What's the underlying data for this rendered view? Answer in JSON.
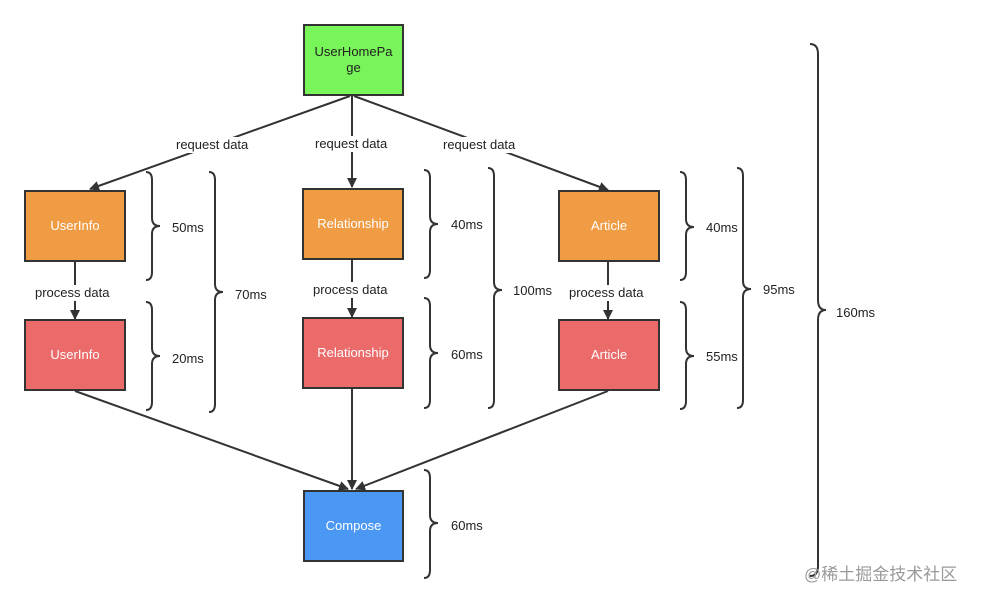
{
  "nodes": {
    "root": "UserHomePage",
    "userinfo_request": "UserInfo",
    "userinfo_process": "UserInfo",
    "relationship_request": "Relationship",
    "relationship_process": "Relationship",
    "article_request": "Article",
    "article_process": "Article",
    "compose": "Compose"
  },
  "edge_labels": {
    "request_left": "request data",
    "request_mid": "request data",
    "request_right": "request data",
    "process_left": "process data",
    "process_mid": "process data",
    "process_right": "process data"
  },
  "durations": {
    "userinfo_request": "50ms",
    "userinfo_process": "20ms",
    "userinfo_total": "70ms",
    "relationship_request": "40ms",
    "relationship_process": "60ms",
    "relationship_total": "100ms",
    "article_request": "40ms",
    "article_process": "55ms",
    "article_total": "95ms",
    "compose": "60ms",
    "overall": "160ms"
  },
  "watermark": "@稀土掘金技术社区",
  "colors": {
    "root": "#78f559",
    "request": "#f09c45",
    "process": "#eb6a6a",
    "compose": "#4b98f4",
    "stroke": "#333333"
  }
}
